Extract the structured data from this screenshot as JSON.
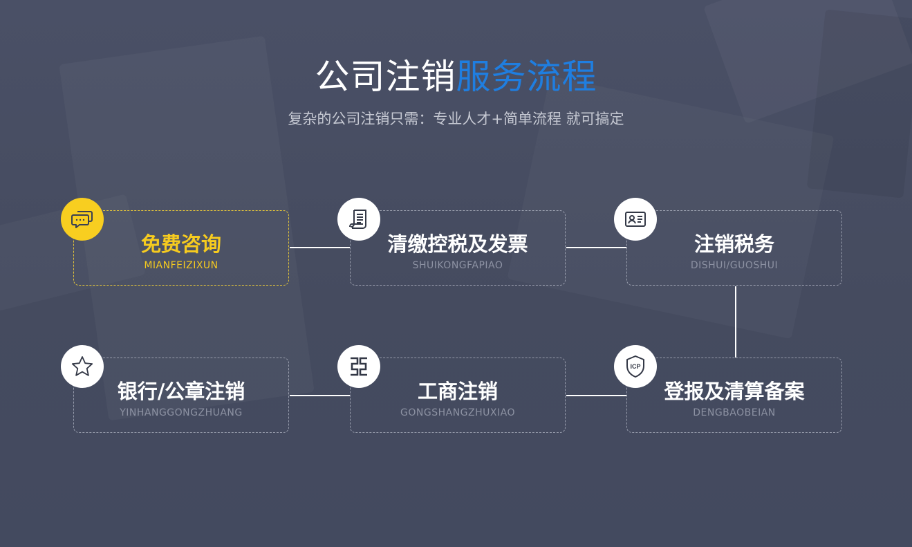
{
  "header": {
    "title_white": "公司注销",
    "title_blue": "服务流程",
    "subtitle": "复杂的公司注销只需：专业人才+简单流程 就可搞定"
  },
  "steps": [
    {
      "cn": "免费咨询",
      "en": "MIANFEIZIXUN",
      "icon": "chat-icon"
    },
    {
      "cn": "清缴控税及发票",
      "en": "SHUIKONGFAPIAO",
      "icon": "document-icon"
    },
    {
      "cn": "注销税务",
      "en": "DISHUI/GUOSHUI",
      "icon": "id-card-icon"
    },
    {
      "cn": "登报及清算备案",
      "en": "DENGBAOBEIAN",
      "icon": "icp-shield-icon"
    },
    {
      "cn": "工商注销",
      "en": "GONGSHANGZHUXIAO",
      "icon": "seal-icon"
    },
    {
      "cn": "银行/公章注销",
      "en": "YINHANGGONGZHUANG",
      "icon": "star-icon"
    }
  ],
  "colors": {
    "accent_blue": "#1f7ee0",
    "highlight_yellow": "#f6cb1f",
    "background": "#464c61"
  }
}
